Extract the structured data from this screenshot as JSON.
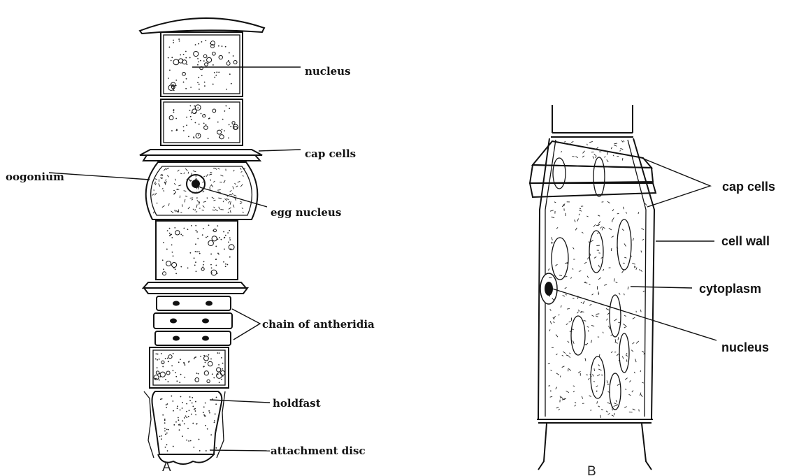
{
  "diagram_a": {
    "panel_label": "A",
    "labels": {
      "nucleus": "nucleus",
      "cap_cells": "cap cells",
      "oogonium": "oogonium",
      "egg_nucleus": "egg nucleus",
      "chain_of_antheridia": "chain of antheridia",
      "holdfast": "holdfast",
      "attachment_disc": "attachment disc"
    }
  },
  "diagram_b": {
    "panel_label": "B",
    "labels": {
      "cap_cells": "cap cells",
      "cell_wall": "cell wall",
      "cytoplasm": "cytoplasm",
      "nucleus": "nucleus"
    }
  },
  "colors": {
    "ink": "#111111",
    "background": "#ffffff"
  }
}
